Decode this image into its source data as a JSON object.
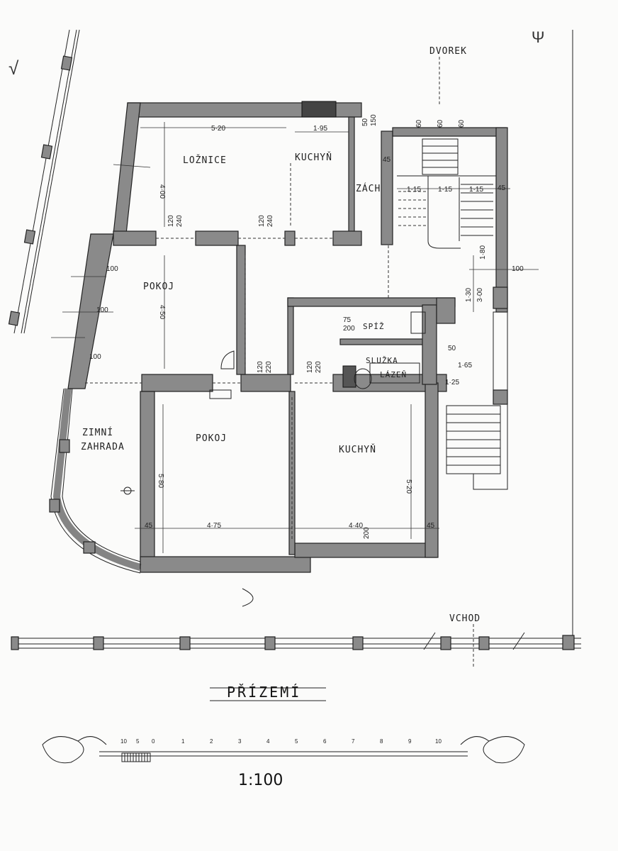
{
  "plan": {
    "rooms": {
      "loznice": "LOŽNICE",
      "kuchyn_top": "KUCHYŇ",
      "zach": "ZÁCH",
      "pokoj_upper": "POKOJ",
      "pokoj_lower": "POKOJ",
      "zimni_zahrada_1": "ZIMNÍ",
      "zimni_zahrada_2": "ZAHRADA",
      "kuchyn_lower": "KUCHYŇ",
      "spiz": "SPÍŽ",
      "sluzka": "SLUŽKA",
      "lazen": "LÁZEŇ",
      "dvorek": "DVOREK",
      "vchod": "VCHOD"
    },
    "dims": {
      "d520": "5·20",
      "d195": "1·95",
      "d400": "4·00",
      "d450": "4·50",
      "d580": "5·80",
      "d475": "4·75",
      "d440": "4·40",
      "d520b": "5·20",
      "d45a": "45",
      "d45b": "45",
      "d45c": "45",
      "d45d": "45",
      "d120a": "120",
      "d240a": "240",
      "d120b": "120",
      "d240b": "240",
      "d120c": "120",
      "d220a": "220",
      "d120d": "120",
      "d220b": "220",
      "d75a": "75",
      "d200a": "200",
      "d200b": "200",
      "d100a": "100",
      "d100b": "100",
      "d100c": "100",
      "d100d": "100",
      "d60a": "60",
      "d60b": "60",
      "d60c": "60",
      "d115a": "1·15",
      "d115b": "1·15",
      "d115c": "1·15",
      "d180": "1·80",
      "d300": "3·00",
      "d130": "1·30",
      "d165": "1·65",
      "d125": "1·25",
      "d50a": "50",
      "d150": "150",
      "d50b": "50"
    },
    "title": "PŘÍZEMÍ",
    "scale_label": "1:100",
    "scale_ticks": [
      "10",
      "5",
      "0",
      "1",
      "2",
      "3",
      "4",
      "5",
      "6",
      "7",
      "8",
      "9",
      "10"
    ],
    "corner_marks": {
      "top_left": "√",
      "top_right": "Ψ"
    }
  },
  "colors": {
    "wall": "#8a8a8a",
    "ink": "#222222",
    "paper": "#fbfbfa"
  }
}
